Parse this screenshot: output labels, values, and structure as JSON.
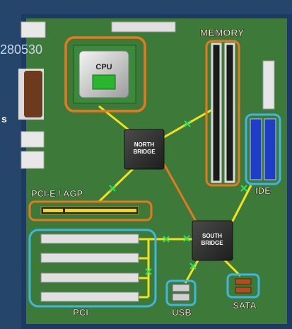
{
  "background_fragments": {
    "number": "280530",
    "letter": "s"
  },
  "labels": {
    "memory": "MEMORY",
    "cpu": "CPU",
    "north_bridge_line1": "NORTH",
    "north_bridge_line2": "BRIDGE",
    "south_bridge_line1": "SOUTH",
    "south_bridge_line2": "BRIDGE",
    "pcie_agp": "PCI-E / AGP",
    "ide": "IDE",
    "pci": "PCI",
    "usb": "USB",
    "sata": "SATA"
  },
  "colors": {
    "board": "#3d7a3a",
    "frame_dark": "#1d3a62",
    "page_bg": "#25456a",
    "highlight_orange": "#e8781e",
    "highlight_cyan": "#3fb6e0",
    "bus_line": "#f2e21a",
    "connector_mark": "#2ee05a",
    "chip": "#2c2c2c",
    "label_text": "#f0e9c8"
  }
}
